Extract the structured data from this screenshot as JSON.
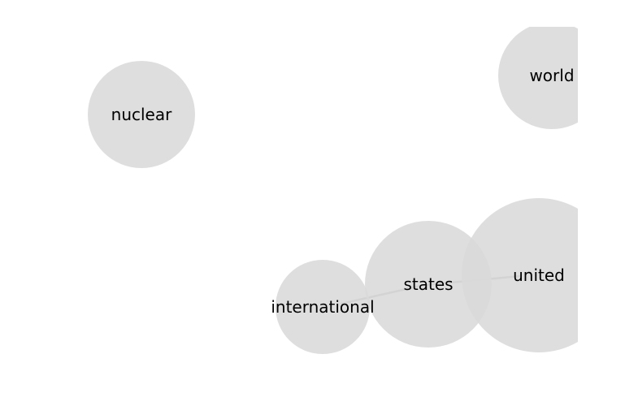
{
  "graph": {
    "node_color": "#d9d9d9",
    "edge_color": "#a6a6a6",
    "label_color": "#000000",
    "nodes": [
      {
        "id": "nuclear",
        "label": "nuclear"
      },
      {
        "id": "world",
        "label": "world"
      },
      {
        "id": "international",
        "label": "international"
      },
      {
        "id": "states",
        "label": "states"
      },
      {
        "id": "united",
        "label": "united"
      }
    ],
    "edges": [
      {
        "source": "international",
        "target": "states"
      },
      {
        "source": "states",
        "target": "united"
      }
    ]
  }
}
